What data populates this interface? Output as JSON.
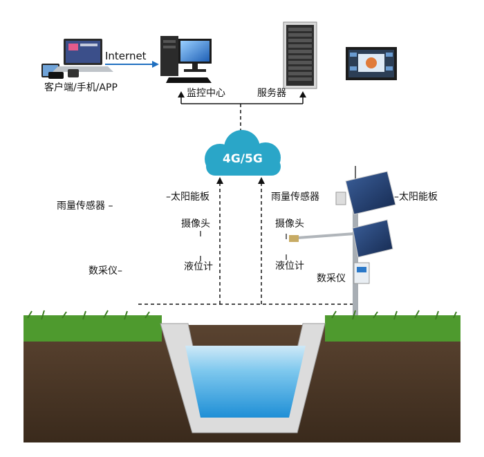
{
  "top": {
    "clients_label": "客户端/手机/APP",
    "internet_label": "Internet",
    "monitor_center_label": "监控中心",
    "server_label": "服务器"
  },
  "cloud": {
    "label": "4G/5G"
  },
  "left_labels": {
    "rain_sensor": "雨量传感器",
    "solar_panel": "太阳能板",
    "camera": "摄像头",
    "data_logger": "数采仪",
    "water_gauge": "液位计"
  },
  "right_labels": {
    "rain_sensor": "雨量传感器",
    "solar_panel": "太阳能板",
    "camera": "摄像头",
    "water_gauge": "液位计",
    "data_logger": "数采仪"
  },
  "colors": {
    "cloud": "#2aa6c8",
    "arrow": "#1f6fc0",
    "water": "#5fb6e6",
    "soil": "#4a3828",
    "grass": "#4e9a2e"
  }
}
